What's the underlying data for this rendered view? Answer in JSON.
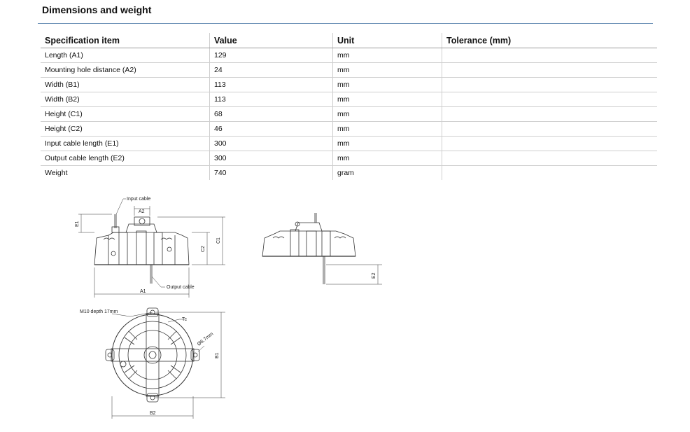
{
  "page": {
    "title": "Dimensions and weight"
  },
  "table": {
    "headers": [
      "Specification item",
      "Value",
      "Unit",
      "Tolerance (mm)"
    ],
    "rows": [
      [
        "Length (A1)",
        "129",
        "mm",
        ""
      ],
      [
        "Mounting hole distance (A2)",
        "24",
        "mm",
        ""
      ],
      [
        "Width (B1)",
        "113",
        "mm",
        ""
      ],
      [
        "Width (B2)",
        "113",
        "mm",
        ""
      ],
      [
        "Height (C1)",
        "68",
        "mm",
        ""
      ],
      [
        "Height (C2)",
        "46",
        "mm",
        ""
      ],
      [
        "Input cable length (E1)",
        "300",
        "mm",
        ""
      ],
      [
        "Output cable length (E2)",
        "300",
        "mm",
        ""
      ],
      [
        "Weight",
        "740",
        "gram",
        ""
      ]
    ]
  },
  "drawing": {
    "labels": {
      "input_cable": "Input cable",
      "output_cable": "Output cable",
      "a1": "A1",
      "a2": "A2",
      "b1": "B1",
      "b2": "B2",
      "c1": "C1",
      "c2": "C2",
      "e1": "E1",
      "e2": "E2",
      "m10": "M10 depth 17mm",
      "tc": "Tc",
      "hole": "Ø6.7mm"
    }
  }
}
